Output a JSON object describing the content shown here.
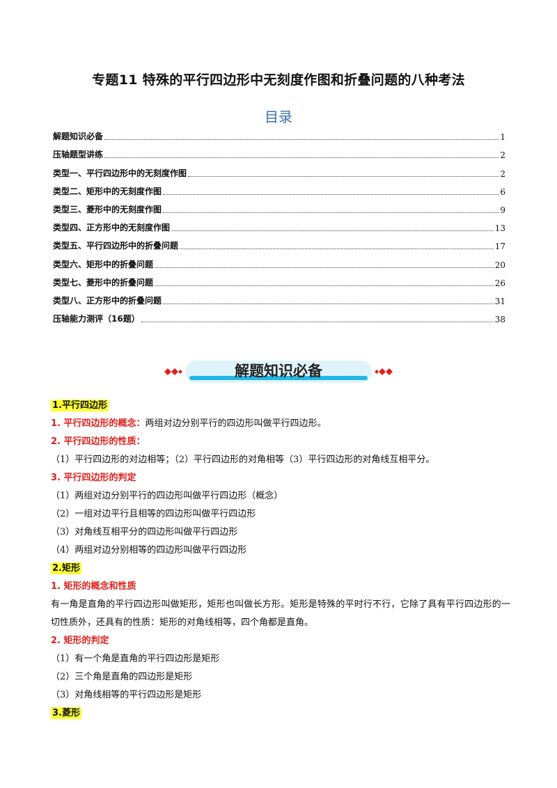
{
  "title": "专题11  特殊的平行四边形中无刻度作图和折叠问题的八种考法",
  "toc": {
    "heading": "目录",
    "entries": [
      {
        "label": "解题知识必备",
        "page": "1"
      },
      {
        "label": "压轴题型讲练",
        "page": "2"
      },
      {
        "label": "类型一、平行四边形中的无刻度作图",
        "page": "2"
      },
      {
        "label": "类型二、矩形中的无刻度作图",
        "page": "6"
      },
      {
        "label": "类型三、菱形中的无刻度作图",
        "page": "9"
      },
      {
        "label": "类型四、正方形中的无刻度作图",
        "page": "13"
      },
      {
        "label": "类型五、平行四边形中的折叠问题",
        "page": "17"
      },
      {
        "label": "类型六、矩形中的折叠问题",
        "page": "20"
      },
      {
        "label": "类型七、菱形中的折叠问题",
        "page": "26"
      },
      {
        "label": "类型八、正方形中的折叠问题",
        "page": "31"
      },
      {
        "label": "压轴能力测评（16题）",
        "page": "38"
      }
    ]
  },
  "banner": {
    "label": "解题知识必备"
  },
  "sections": {
    "s1_title": "1.平行四边形",
    "s1_1_label": "1. 平行四边形的概念：",
    "s1_1_text": "两组对边分别平行的四边形叫做平行四边形。",
    "s1_2_label": "2. 平行四边形的性质：",
    "s1_2_text": "（1）平行四边形的对边相等；（2）平行四边形的对角相等（3）平行四边形的对角线互相平分。",
    "s1_3_label": "3. 平行四边形的判定",
    "s1_3_items": [
      "（1）两组对边分别平行的四边形叫做平行四边形（概念）",
      "（2）一组对边平行且相等的四边形叫做平行四边形",
      "（3）对角线互相平分的四边形叫做平行四边形",
      "（4）两组对边分别相等的四边形叫做平行四边形"
    ],
    "s2_title": "2.矩形",
    "s2_1_label": "1. 矩形的概念和性质",
    "s2_1_text": "有一角是直角的平行四边形叫做矩形，矩形也叫做长方形。矩形是特殊的平时行不行，它除了具有平行四边形的一切性质外，还具有的性质：矩形的对角线相等，四个角都是直角。",
    "s2_2_label": "2. 矩形的判定",
    "s2_2_items": [
      "（1）有一个角是直角的平行四边形是矩形",
      "（2）三个角是直角的四边形是矩形",
      "（3）对角线相等的平行四边形是矩形"
    ],
    "s3_title": "3.菱形"
  },
  "colors": {
    "accent_red": "#e0201b",
    "highlight": "#ffff33",
    "banner_blue": "#20b7e6",
    "toc_blue": "#3a6fb0"
  }
}
